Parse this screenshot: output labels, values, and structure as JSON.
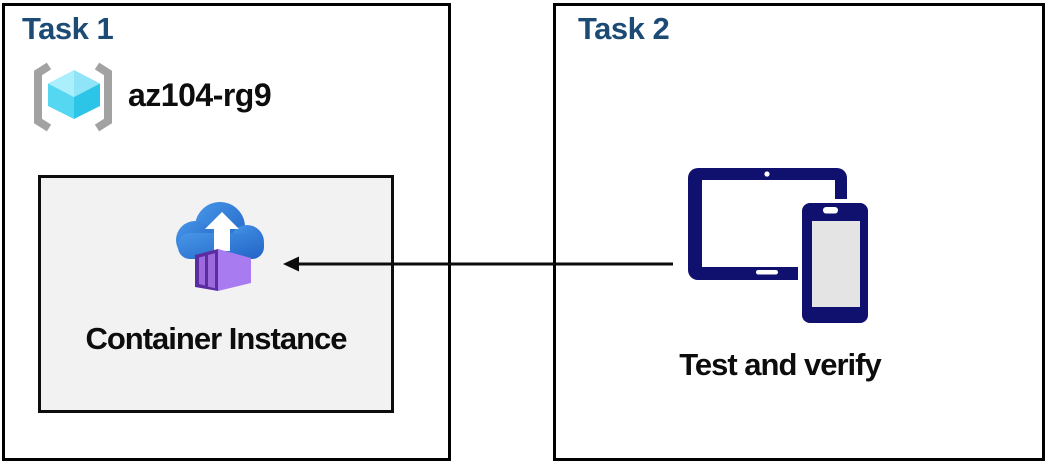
{
  "task1": {
    "title": "Task 1",
    "resource_group": "az104-rg9",
    "container_label": "Container Instance"
  },
  "task2": {
    "title": "Task 2",
    "devices_label": "Test and verify"
  },
  "icons": {
    "resource_group": "resource-group-brackets-cube-icon",
    "container_instance": "cloud-upload-with-container-icon",
    "devices": "tablet-and-phone-icon",
    "connector": "left-arrow"
  },
  "colors": {
    "task_title": "#1c4b75",
    "label_black": "#0d0d0d",
    "box_border": "#000000",
    "inner_box_bg": "#f2f2f2",
    "arrow_black": "#0d0d0d",
    "bracket_gray": "#a2a2a2",
    "cube_top_light": "#abeefc",
    "cube_top": "#8fe4f8",
    "cube_left": "#55d7f2",
    "cube_right": "#2cc5e8",
    "cloud_blue_light": "#4796e8",
    "cloud_blue_dark": "#2264c6",
    "container_front": "#5b2da0",
    "container_door": "#9d6ade",
    "container_side": "#a87cf0",
    "device_navy": "#10106e",
    "phone_screen_gray": "#e4e4e4"
  }
}
